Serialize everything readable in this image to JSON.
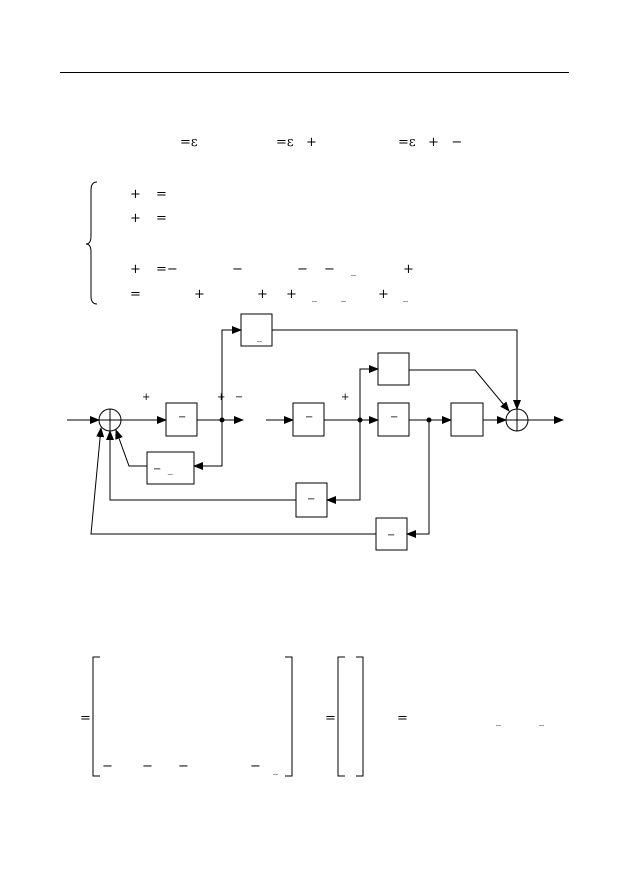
{
  "equations_row": [
    {
      "text": "=ε"
    },
    {
      "text": "=ε   +"
    },
    {
      "text": "=ε   +   −"
    }
  ],
  "system": {
    "lines": [
      {
        "parts": [
          "+",
          "="
        ]
      },
      {
        "parts": [
          "+",
          "="
        ]
      },
      {
        "parts": [
          "+",
          "=−",
          "−",
          "−",
          "−",
          "_",
          "+"
        ]
      },
      {
        "parts": [
          "=",
          "+",
          "+",
          "+",
          "_",
          "_",
          "+",
          "_"
        ]
      }
    ]
  },
  "diagram": {
    "blocks": [
      {
        "name": "block-top-feedforward",
        "label": "_"
      },
      {
        "name": "block-upper-right",
        "label": ""
      },
      {
        "name": "block-1",
        "label": "−"
      },
      {
        "name": "block-2",
        "label": "−"
      },
      {
        "name": "block-3",
        "label": "−"
      },
      {
        "name": "block-4",
        "label": ""
      },
      {
        "name": "block-feedback-1",
        "label": "−  _"
      },
      {
        "name": "block-feedback-2",
        "label": "−"
      },
      {
        "name": "block-feedback-3",
        "label": "−"
      }
    ],
    "signs": [
      "+",
      "+   −",
      "+"
    ]
  },
  "matrices": {
    "eq1": "=",
    "eq2": "=",
    "eq3": "=",
    "m1_bottom_row": [
      "−",
      "−",
      "−",
      "−",
      "_"
    ],
    "tail": [
      "_",
      "_"
    ]
  }
}
